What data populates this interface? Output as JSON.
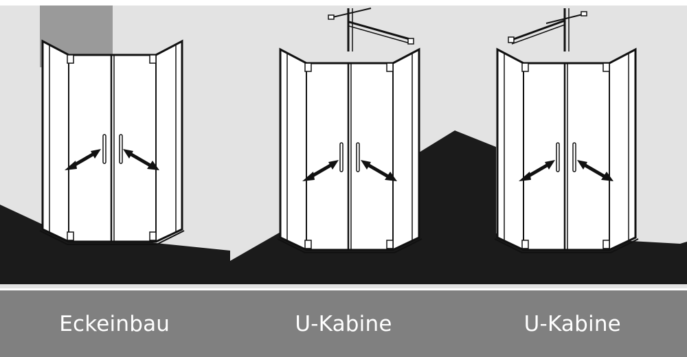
{
  "colors": {
    "wall": "#e3e3e3",
    "wall_corner_shade": "#9a9a9a",
    "floor": "#1b1b1b",
    "glass": "#ffffff",
    "frame": "#111111",
    "caption_bar": "#808080",
    "caption_text": "#ffffff"
  },
  "icons": {
    "door_arrow": "double-headed-diagonal-arrow-icon",
    "ceiling_support": "ceiling-support-bar-icon",
    "hinge": "hinge-icon",
    "handle": "door-handle-icon"
  },
  "captions": [
    {
      "label": "Eckeinbau"
    },
    {
      "label": "U-Kabine"
    },
    {
      "label": "U-Kabine"
    }
  ]
}
